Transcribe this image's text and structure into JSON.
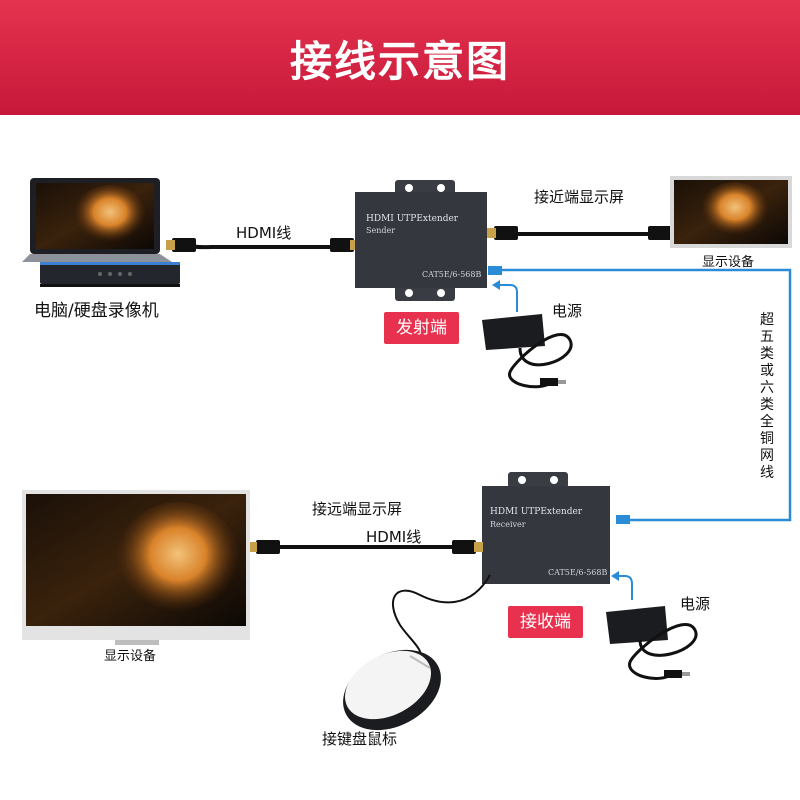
{
  "header": {
    "title": "接线示意图"
  },
  "sender": {
    "device_line1": "HDMI  UTPExtender",
    "device_line2": "Sender",
    "device_spec": "CAT5E/6-568B",
    "tag": "发射端",
    "source_label": "电脑/硬盘录像机",
    "hdmi_label": "HDMI线",
    "near_screen_label": "接近端显示屏",
    "display_label": "显示设备",
    "power_label": "电源"
  },
  "cable_label": "超五类或六类全铜网线",
  "receiver": {
    "device_line1": "HDMI  UTPExtender",
    "device_line2": "Receiver",
    "device_spec": "CAT5E/6-568B",
    "tag": "接收端",
    "far_screen_label": "接远端显示屏",
    "hdmi_label": "HDMI线",
    "display_label": "显示设备",
    "power_label": "电源",
    "mouse_label": "接键盘鼠标"
  },
  "colors": {
    "accent": "#e8314e",
    "network_cable": "#2a8bd6",
    "device": "#35373e"
  }
}
